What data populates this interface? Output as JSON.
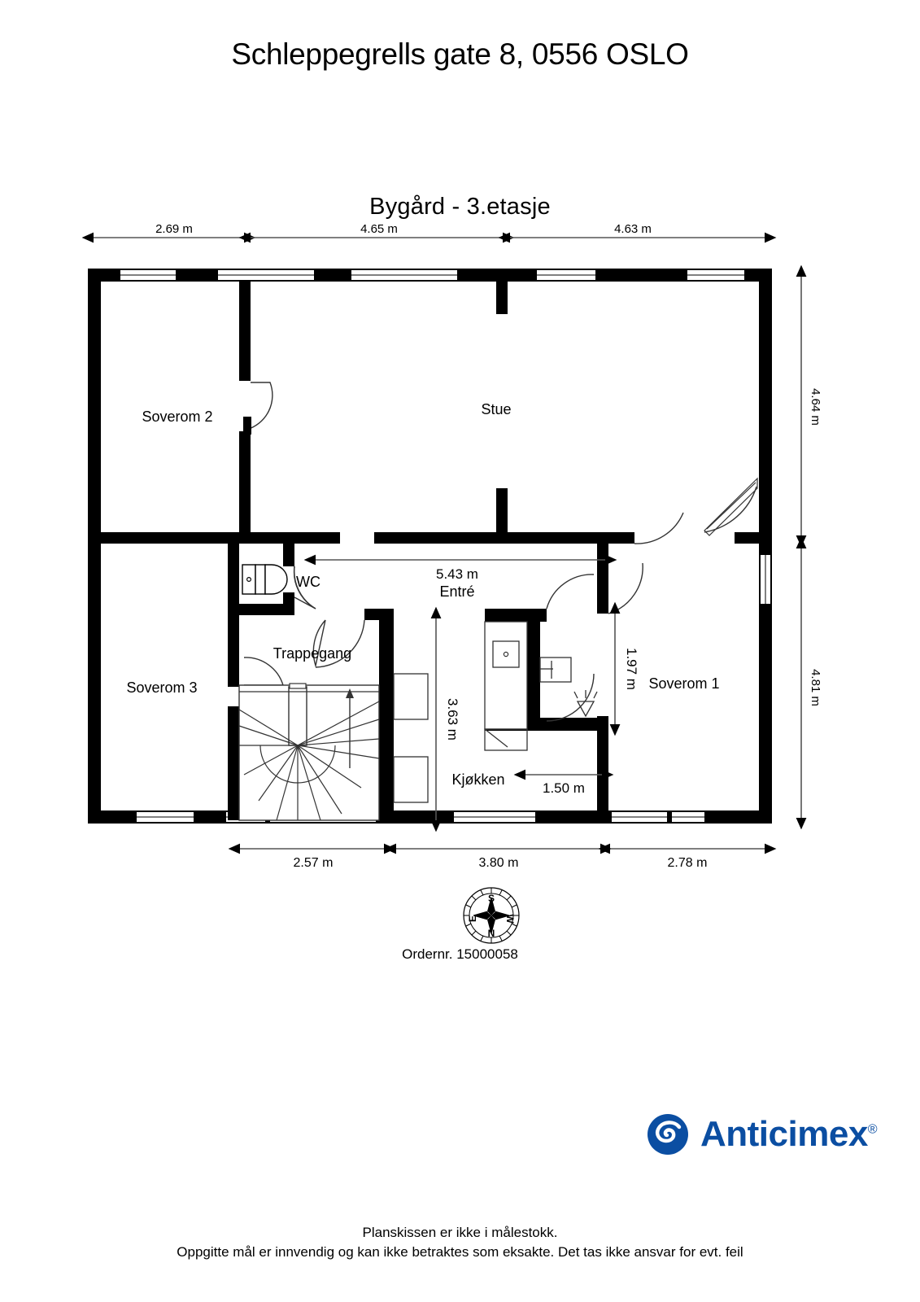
{
  "document": {
    "title": "Schleppegrells gate 8, 0556 OSLO",
    "plan_subtitle": "Bygård  - 3.etasje",
    "order_number": "Ordernr. 15000058",
    "disclaimer_line_1": "Planskissen er ikke i målestokk.",
    "disclaimer_line_2": "Oppgitte mål er innvendig og kan ikke betraktes som eksakte. Det tas ikke ansvar for evt. feil"
  },
  "brand": {
    "name": "Anticimex",
    "registered_mark": "®",
    "color": "#0b4ea2"
  },
  "rooms": [
    {
      "id": "soverom-2",
      "label": "Soverom 2"
    },
    {
      "id": "stue",
      "label": "Stue"
    },
    {
      "id": "wc",
      "label": "WC"
    },
    {
      "id": "entre",
      "label": "Entré"
    },
    {
      "id": "trappegang",
      "label": "Trappegang"
    },
    {
      "id": "soverom-3",
      "label": "Soverom 3"
    },
    {
      "id": "soverom-1",
      "label": "Soverom 1"
    },
    {
      "id": "kjokken",
      "label": "Kjøkken"
    }
  ],
  "dimensions": {
    "top": [
      {
        "id": "top-1",
        "value": "2.69 m"
      },
      {
        "id": "top-2",
        "value": "4.65 m"
      },
      {
        "id": "top-3",
        "value": "4.63 m"
      }
    ],
    "bottom": [
      {
        "id": "bottom-1",
        "value": "2.57 m"
      },
      {
        "id": "bottom-2",
        "value": "3.80 m"
      },
      {
        "id": "bottom-3",
        "value": "2.78 m"
      }
    ],
    "right": [
      {
        "id": "right-1",
        "value": "4.64 m"
      },
      {
        "id": "right-2",
        "value": "4.81 m"
      }
    ],
    "interior": [
      {
        "id": "entre-width",
        "value": "5.43 m"
      },
      {
        "id": "trappegang-depth",
        "value": "3.63 m"
      },
      {
        "id": "bad-height",
        "value": "1.97 m"
      },
      {
        "id": "kjokken-width",
        "value": "1.50 m"
      }
    ]
  },
  "compass": {
    "north": "N",
    "south": "S",
    "east": "E",
    "west": "W"
  }
}
